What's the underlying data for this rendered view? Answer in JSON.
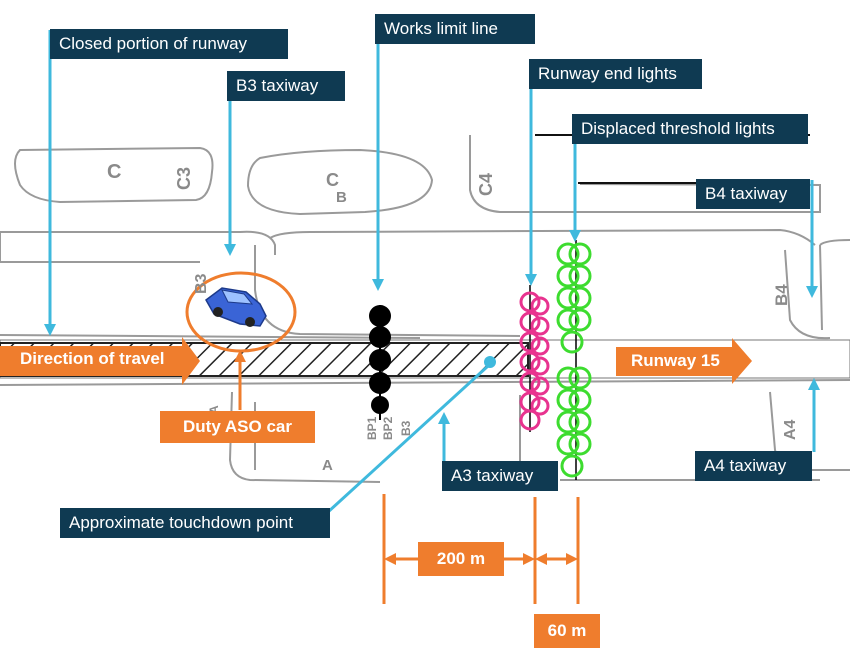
{
  "labels": {
    "closed_portion": "Closed portion of runway",
    "b3_taxiway": "B3 taxiway",
    "works_limit": "Works limit line",
    "runway_end_lights": "Runway end lights",
    "displaced_threshold": "Displaced threshold lights",
    "b4_taxiway": "B4 taxiway",
    "a3_taxiway": "A3 taxiway",
    "a4_taxiway": "A4 taxiway",
    "touchdown_point": "Approximate touchdown point",
    "duty_aso_car": "Duty ASO car",
    "direction_of_travel": "Direction of travel",
    "runway_15": "Runway 15",
    "distance_200": "200 m",
    "distance_60": "60 m"
  },
  "map_marks": {
    "c_upper_left": "C",
    "c3": "C3",
    "c_center": "C",
    "b_center": "B",
    "c4": "C4",
    "b3_mark": "B3",
    "b4_mark": "B4",
    "a4_mark": "A4",
    "a_mark": "A",
    "bp1": "BP1",
    "bp2": "BP2",
    "b3_bottom": "B3",
    "a_left": "A"
  },
  "colors": {
    "navy": "#0f3a52",
    "leader": "#3fb9dd",
    "orange": "#ef7d2d",
    "end_lights": "#e8338f",
    "threshold_lights": "#3ddc2f",
    "works_limit": "#000000"
  }
}
